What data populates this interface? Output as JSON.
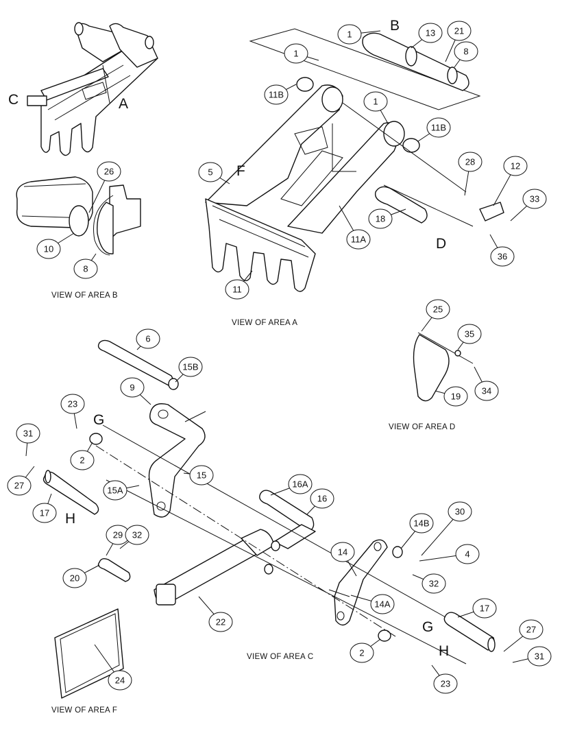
{
  "captions": {
    "area_a": "VIEW OF AREA A",
    "area_b": "VIEW OF AREA B",
    "area_c": "VIEW OF AREA C",
    "area_d": "VIEW OF AREA D",
    "area_f": "VIEW OF AREA F"
  },
  "letters": [
    "A",
    "B",
    "C",
    "D",
    "F",
    "G",
    "H",
    "G",
    "H"
  ],
  "callouts": [
    "1",
    "1",
    "1",
    "13",
    "21",
    "8",
    "11B",
    "11B",
    "5",
    "28",
    "12",
    "33",
    "18",
    "36",
    "11A",
    "11",
    "26",
    "10",
    "8",
    "25",
    "35",
    "19",
    "34",
    "6",
    "15B",
    "9",
    "23",
    "2",
    "31",
    "27",
    "17",
    "15A",
    "15",
    "16A",
    "16",
    "20",
    "29",
    "32",
    "14B",
    "30",
    "4",
    "32",
    "14",
    "14A",
    "22",
    "17",
    "27",
    "31",
    "2",
    "23",
    "24"
  ]
}
